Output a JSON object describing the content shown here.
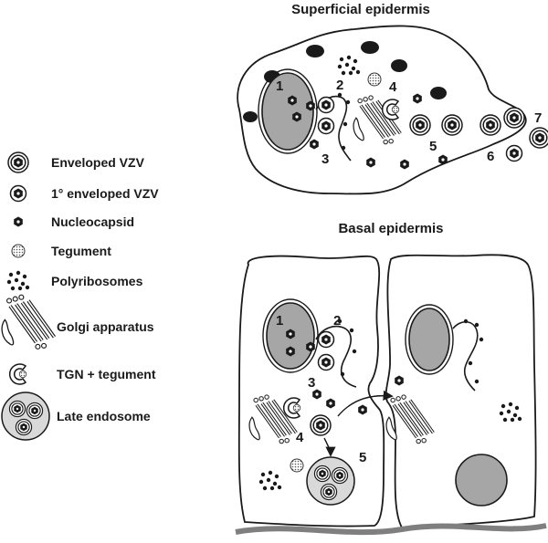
{
  "titles": {
    "superficial": "Superficial epidermis",
    "basal": "Basal epidermis"
  },
  "legend": [
    {
      "key": "enveloped",
      "label": "Enveloped VZV",
      "icon": "enveloped-vzv-icon"
    },
    {
      "key": "primary",
      "label": "1° enveloped VZV",
      "icon": "primary-enveloped-vzv-icon"
    },
    {
      "key": "nucleocapsid",
      "label": "Nucleocapsid",
      "icon": "nucleocapsid-icon"
    },
    {
      "key": "tegument",
      "label": "Tegument",
      "icon": "tegument-icon"
    },
    {
      "key": "polyribosomes",
      "label": "Polyribosomes",
      "icon": "polyribosomes-icon"
    },
    {
      "key": "golgi",
      "label": "Golgi apparatus",
      "icon": "golgi-icon"
    },
    {
      "key": "tgn",
      "label": "TGN + tegument",
      "icon": "tgn-icon"
    },
    {
      "key": "endosome",
      "label": "Late endosome",
      "icon": "late-endosome-icon"
    }
  ],
  "step_numbers": {
    "superficial": [
      "1",
      "2",
      "3",
      "4",
      "5",
      "6",
      "7"
    ],
    "basal": [
      "1",
      "2",
      "3",
      "4",
      "5"
    ]
  },
  "colors": {
    "ink": "#1a1a1a",
    "nucleus": "#a6a6a6",
    "endosome": "#d9d9d9",
    "basement": "#7f7f7f"
  }
}
